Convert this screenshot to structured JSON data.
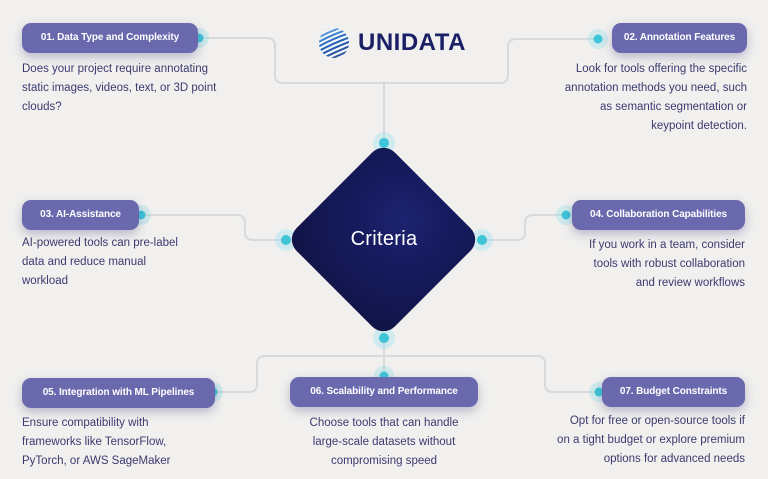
{
  "brand": {
    "name": "UNIDATA"
  },
  "center": {
    "label": "Criteria"
  },
  "items": [
    {
      "title": "01. Data Type and Complexity",
      "description": "Does your project require annotating\nstatic images, videos, text, or 3D point\nclouds?"
    },
    {
      "title": "02. Annotation Features",
      "description": "Look for tools offering the specific\nannotation methods you need, such\nas semantic segmentation or\nkeypoint detection."
    },
    {
      "title": "03. AI-Assistance",
      "description": "AI-powered tools can pre-label\ndata and reduce manual\nworkload"
    },
    {
      "title": "04. Collaboration Capabilities",
      "description": "If you work in a team, consider\ntools with robust collaboration\nand review workflows"
    },
    {
      "title": "05. Integration with ML Pipelines",
      "description": "Ensure compatibility with\nframeworks like TensorFlow,\nPyTorch, or AWS SageMaker"
    },
    {
      "title": "06. Scalability and Performance",
      "description": "Choose tools that can handle\nlarge-scale datasets without\ncompromising speed"
    },
    {
      "title": "07. Budget Constraints",
      "description": "Opt for free or open-source tools if\non a tight budget or explore premium\noptions for advanced needs"
    }
  ],
  "colors": {
    "background": "#f1f0ee",
    "pill": "#6b69ae",
    "diamond_navy": "#151a5c",
    "accent_teal": "#3ec5d7",
    "connector_line": "#d8d9db",
    "body_text": "#3b3a70",
    "brand_navy": "#1b2066"
  }
}
